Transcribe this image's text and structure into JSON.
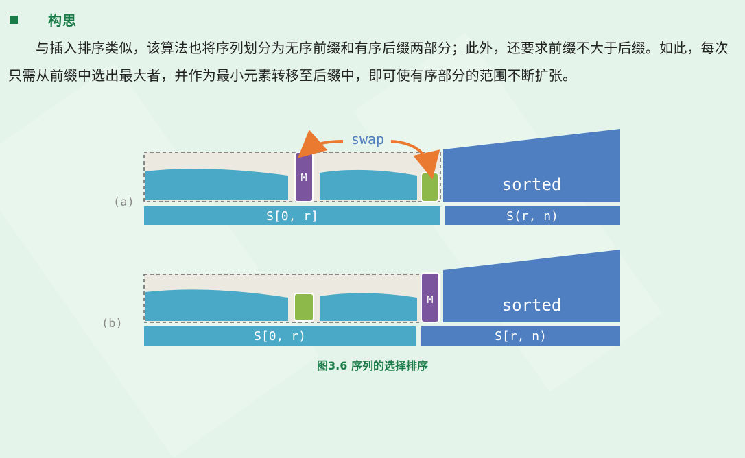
{
  "section": {
    "title": "构思",
    "paragraph": "与插入排序类似，该算法也将序列划分为无序前缀和有序后缀两部分；此外，还要求前缀不大于后缀。如此，每次只需从前缀中选出最大者，并作为最小元素转移至后缀中，即可使有序部分的范围不断扩张。"
  },
  "figure": {
    "caption": "图3.6 序列的选择排序",
    "panel_a": {
      "label": "(a)",
      "swap_label": "swap",
      "max_label": "M",
      "sorted_label": "sorted",
      "prefix_label": "S[0, r]",
      "suffix_label": "S(r, n)"
    },
    "panel_b": {
      "label": "(b)",
      "max_label": "M",
      "sorted_label": "sorted",
      "prefix_label": "S[0, r)",
      "suffix_label": "S[r, n)"
    },
    "colors": {
      "prefix": "#4aa9c6",
      "suffix": "#4f7fc0",
      "max": "#7b569e",
      "min": "#8db84a",
      "swap": "#ea7a2f",
      "label_text": "#ffffff"
    }
  }
}
